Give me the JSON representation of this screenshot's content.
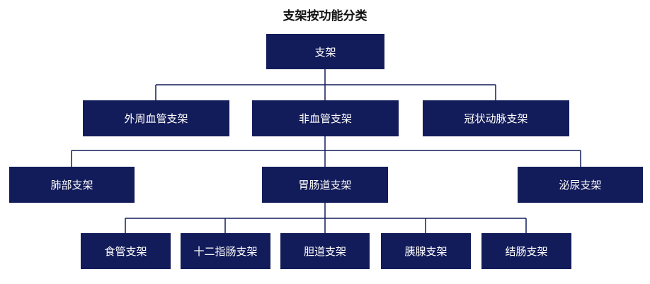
{
  "title": "支架按功能分类",
  "colors": {
    "node_fill": "#131c5a",
    "node_text": "#ffffff",
    "connector": "#131c5a"
  },
  "tree": {
    "root": "支架",
    "level1": [
      "外周血管支架",
      "非血管支架",
      "冠状动脉支架"
    ],
    "level2": [
      "肺部支架",
      "胃肠道支架",
      "泌尿支架"
    ],
    "level3": [
      "食管支架",
      "十二指肠支架",
      "胆道支架",
      "胰腺支架",
      "结肠支架"
    ]
  }
}
